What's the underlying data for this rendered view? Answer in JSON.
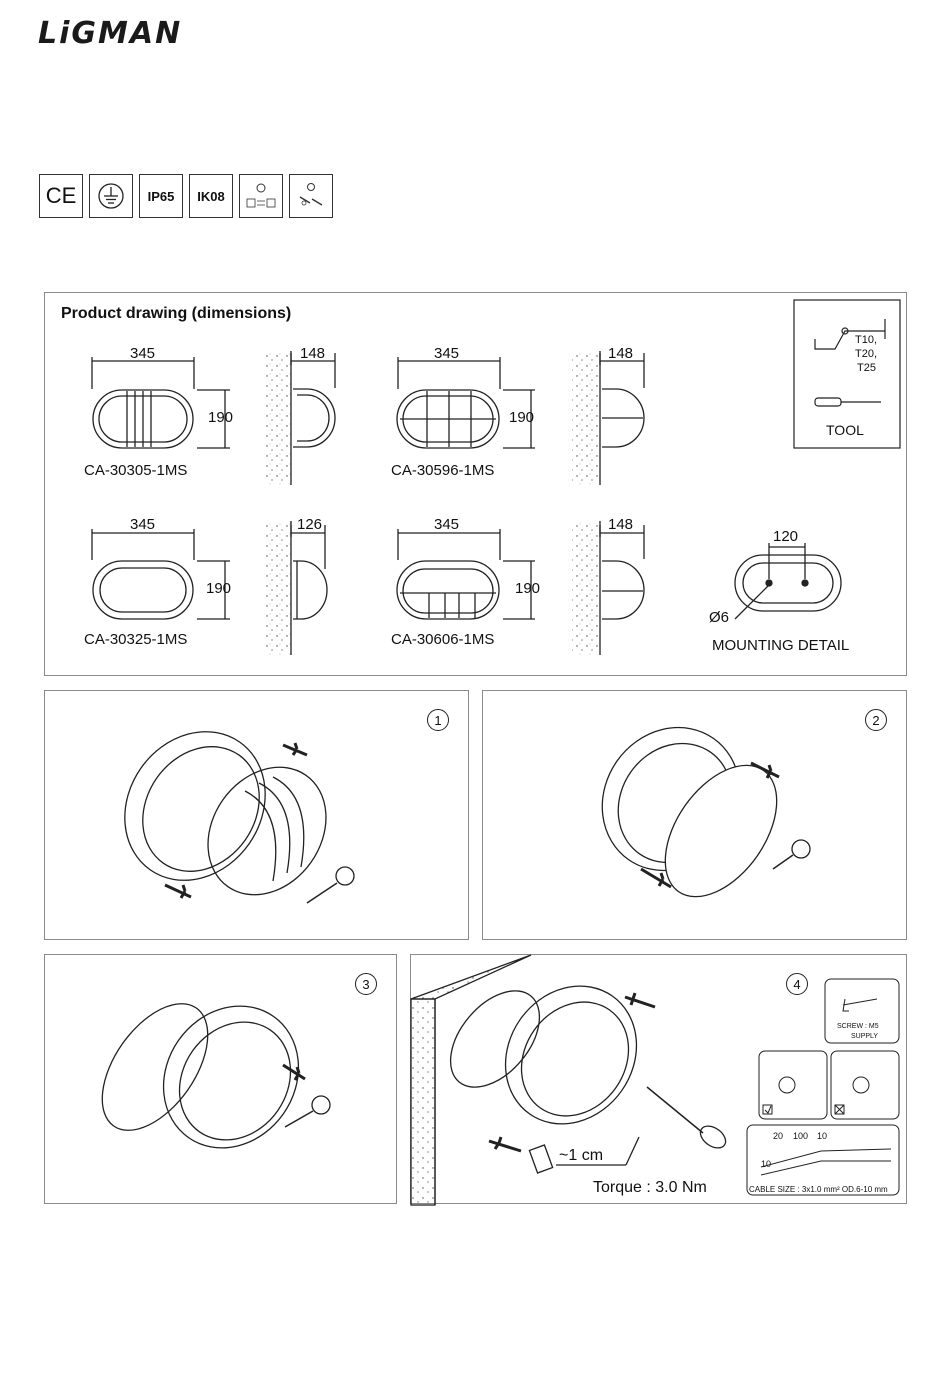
{
  "brand": {
    "logo_text": "LiGMAN"
  },
  "certifications": [
    {
      "label": "CE",
      "icon": "ce-mark-icon"
    },
    {
      "label": "",
      "icon": "earth-ground-icon"
    },
    {
      "label": "IP65",
      "icon": ""
    },
    {
      "label": "IK08",
      "icon": ""
    },
    {
      "label": "",
      "icon": "rotatable-temperature-icon"
    },
    {
      "label": "",
      "icon": "tool-driver-icon"
    }
  ],
  "product_drawing": {
    "title": "Product drawing (dimensions)",
    "models": [
      {
        "name": "CA-30305-1MS",
        "width": "345",
        "height": "190",
        "depth": "148"
      },
      {
        "name": "CA-30596-1MS",
        "width": "345",
        "height": "190",
        "depth": "148"
      },
      {
        "name": "CA-30325-1MS",
        "width": "345",
        "height": "190",
        "depth": "126"
      },
      {
        "name": "CA-30606-1MS",
        "width": "345",
        "height": "190",
        "depth": "148"
      }
    ],
    "tool": {
      "label": "TOOL",
      "sizes": [
        "T10,",
        "T20,",
        "T25"
      ]
    },
    "mounting": {
      "label": "MOUNTING DETAIL",
      "spacing": "120",
      "hole": "Ø6"
    }
  },
  "steps": [
    {
      "number": "1"
    },
    {
      "number": "2"
    },
    {
      "number": "3"
    },
    {
      "number": "4"
    }
  ],
  "step4": {
    "strip_length": "~1 cm",
    "torque": "Torque : 3.0 Nm",
    "screw_label": "SCREW : M5",
    "screw_note": "SUPPLY",
    "cable_dims": [
      "20",
      "100",
      "10",
      "10"
    ],
    "cable_size": "CABLE SIZE : 3x1.0 mm² OD.6-10 mm"
  }
}
